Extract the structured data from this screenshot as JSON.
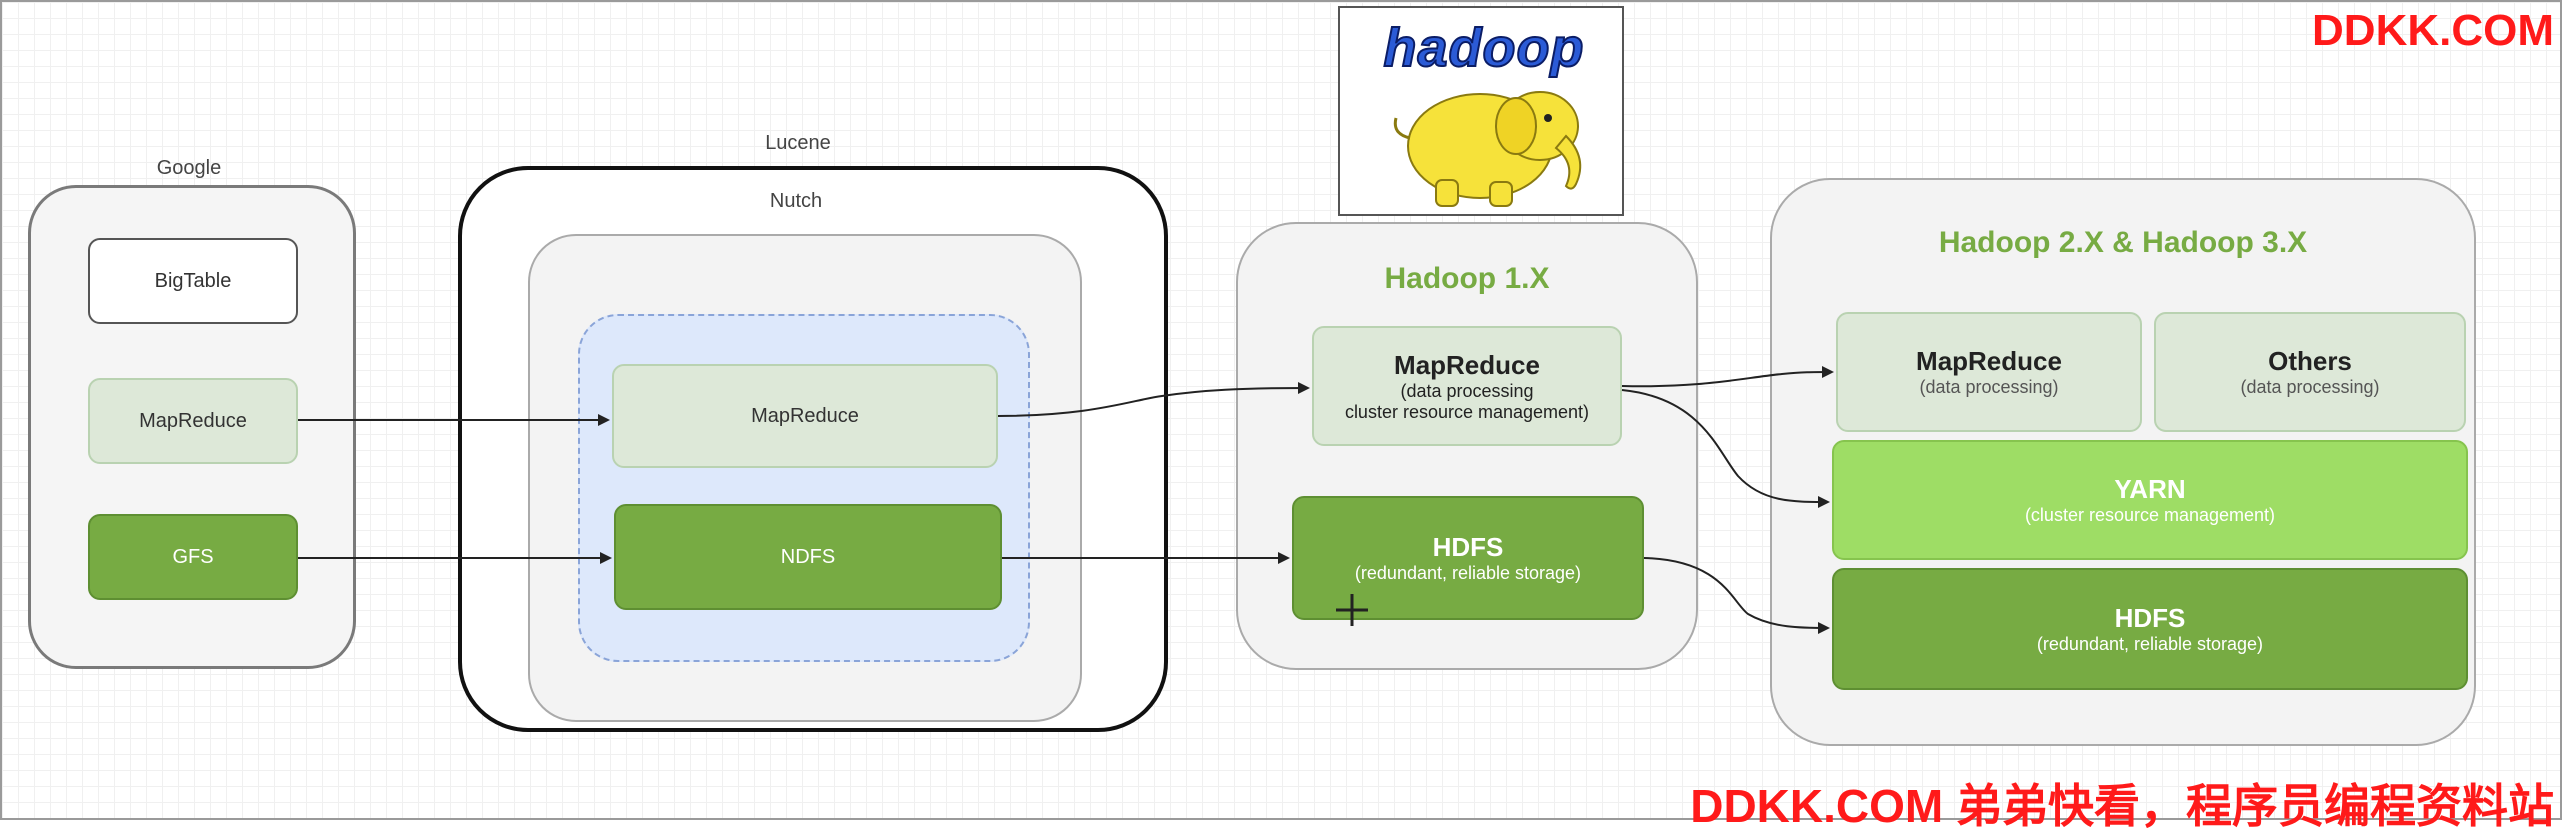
{
  "groups": {
    "google": {
      "label": "Google",
      "nodes": {
        "bigtable": "BigTable",
        "mapreduce": "MapReduce",
        "gfs": "GFS"
      }
    },
    "lucene": {
      "label": "Lucene"
    },
    "nutch": {
      "label": "Nutch",
      "nodes": {
        "mapreduce": "MapReduce",
        "ndfs": "NDFS"
      }
    },
    "hadoop1": {
      "title": "Hadoop 1.X",
      "mapreduce": {
        "title": "MapReduce",
        "line1": "(data processing",
        "line2": "cluster resource management)"
      },
      "hdfs": {
        "title": "HDFS",
        "sub": "(redundant, reliable storage)"
      }
    },
    "hadoop23": {
      "title": "Hadoop 2.X & Hadoop 3.X",
      "mapreduce": {
        "title": "MapReduce",
        "sub": "(data processing)"
      },
      "others": {
        "title": "Others",
        "sub": "(data processing)"
      },
      "yarn": {
        "title": "YARN",
        "sub": "(cluster resource management)"
      },
      "hdfs": {
        "title": "HDFS",
        "sub": "(redundant, reliable storage)"
      }
    }
  },
  "logo": {
    "text": "hadoop"
  },
  "watermarks": {
    "top_right": "DDKK.COM",
    "bottom": "DDKK.COM 弟弟快看，程序员编程资料站"
  },
  "colors": {
    "dark_green": "#77ab43",
    "light_green": "#dde8d8",
    "lime": "#9edd65",
    "watermark_red": "#ff1a1a"
  }
}
